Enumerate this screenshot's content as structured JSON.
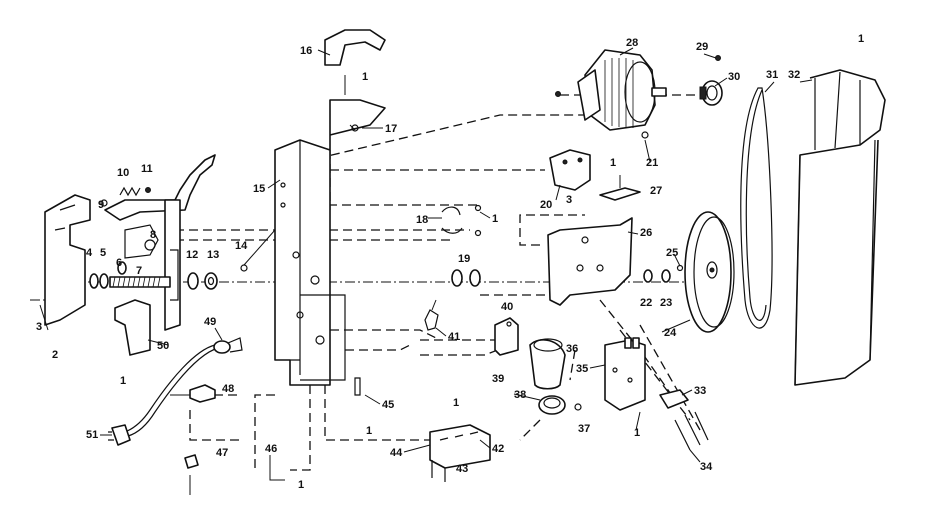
{
  "callouts": [
    {
      "id": "c16",
      "text": "16"
    },
    {
      "id": "c1a",
      "text": "1"
    },
    {
      "id": "c17",
      "text": "17"
    },
    {
      "id": "c15",
      "text": "15"
    },
    {
      "id": "c10",
      "text": "10"
    },
    {
      "id": "c11",
      "text": "11"
    },
    {
      "id": "c9",
      "text": "9"
    },
    {
      "id": "c8",
      "text": "8"
    },
    {
      "id": "c4",
      "text": "4"
    },
    {
      "id": "c5",
      "text": "5"
    },
    {
      "id": "c6",
      "text": "6"
    },
    {
      "id": "c7",
      "text": "7"
    },
    {
      "id": "c12",
      "text": "12"
    },
    {
      "id": "c13",
      "text": "13"
    },
    {
      "id": "c14",
      "text": "14"
    },
    {
      "id": "c3a",
      "text": "3"
    },
    {
      "id": "c2",
      "text": "2"
    },
    {
      "id": "c50",
      "text": "50"
    },
    {
      "id": "c1b",
      "text": "1"
    },
    {
      "id": "c49",
      "text": "49"
    },
    {
      "id": "c48",
      "text": "48"
    },
    {
      "id": "c51",
      "text": "51"
    },
    {
      "id": "c47",
      "text": "47"
    },
    {
      "id": "c46",
      "text": "46"
    },
    {
      "id": "c1c",
      "text": "1"
    },
    {
      "id": "c45",
      "text": "45"
    },
    {
      "id": "c1d",
      "text": "1"
    },
    {
      "id": "c18",
      "text": "18"
    },
    {
      "id": "c1e",
      "text": "1"
    },
    {
      "id": "c19",
      "text": "19"
    },
    {
      "id": "c41",
      "text": "41"
    },
    {
      "id": "c40",
      "text": "40"
    },
    {
      "id": "c39",
      "text": "39"
    },
    {
      "id": "c36",
      "text": "36"
    },
    {
      "id": "c38",
      "text": "38"
    },
    {
      "id": "c37",
      "text": "37"
    },
    {
      "id": "c1f",
      "text": "1"
    },
    {
      "id": "c44",
      "text": "44"
    },
    {
      "id": "c42",
      "text": "42"
    },
    {
      "id": "c43",
      "text": "43"
    },
    {
      "id": "c28",
      "text": "28"
    },
    {
      "id": "c29",
      "text": "29"
    },
    {
      "id": "c30",
      "text": "30"
    },
    {
      "id": "c31",
      "text": "31"
    },
    {
      "id": "c32",
      "text": "32"
    },
    {
      "id": "c1g",
      "text": "1"
    },
    {
      "id": "c21",
      "text": "21"
    },
    {
      "id": "c1h",
      "text": "1"
    },
    {
      "id": "c27",
      "text": "27"
    },
    {
      "id": "c20",
      "text": "20"
    },
    {
      "id": "c3b",
      "text": "3"
    },
    {
      "id": "c26",
      "text": "26"
    },
    {
      "id": "c25",
      "text": "25"
    },
    {
      "id": "c22",
      "text": "22"
    },
    {
      "id": "c23",
      "text": "23"
    },
    {
      "id": "c24",
      "text": "24"
    },
    {
      "id": "c35",
      "text": "35"
    },
    {
      "id": "c33",
      "text": "33"
    },
    {
      "id": "c1i",
      "text": "1"
    },
    {
      "id": "c34",
      "text": "34"
    }
  ]
}
